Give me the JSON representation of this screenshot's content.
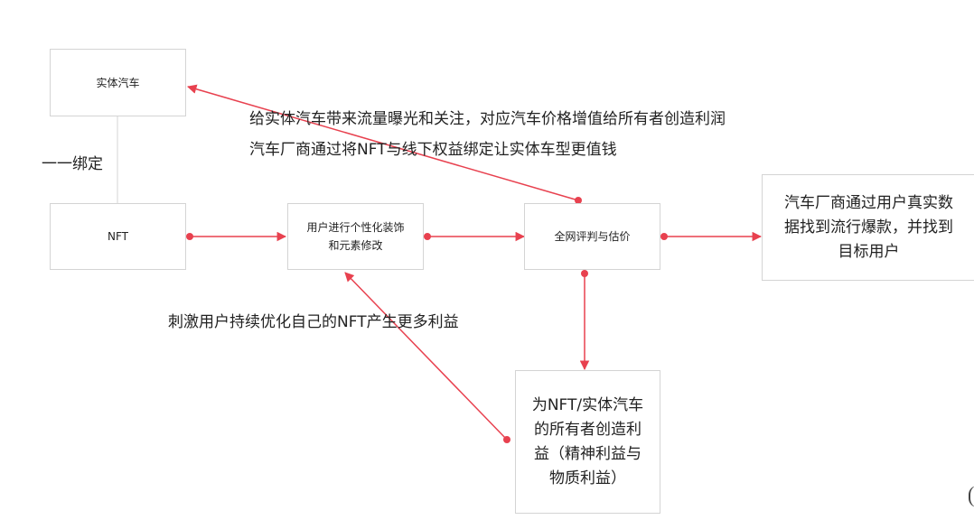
{
  "colors": {
    "connector": "#e8414f",
    "box_border": "#d4d4d4",
    "text": "#222222"
  },
  "nodes": {
    "physical_car": "实体汽车",
    "nft": "NFT",
    "customize": "用户进行个性化装饰\n和元素修改",
    "evaluate": "全网评判与估价",
    "manufacturer_data": "汽车厂商通过用户真实数\n据找到流行爆款，并找到\n目标用户",
    "owner_benefit": "为NFT/实体汽车\n的所有者创造利\n益（精神利益与\n物质利益）"
  },
  "labels": {
    "binding": "一一绑定",
    "feedback_line1": "给实体汽车带来流量曝光和关注，对应汽车价格增值给所有者创造利润",
    "feedback_line2": "汽车厂商通过将NFT与线下权益绑定让实体车型更值钱",
    "stimulate": "刺激用户持续优化自己的NFT产生更多利益"
  }
}
